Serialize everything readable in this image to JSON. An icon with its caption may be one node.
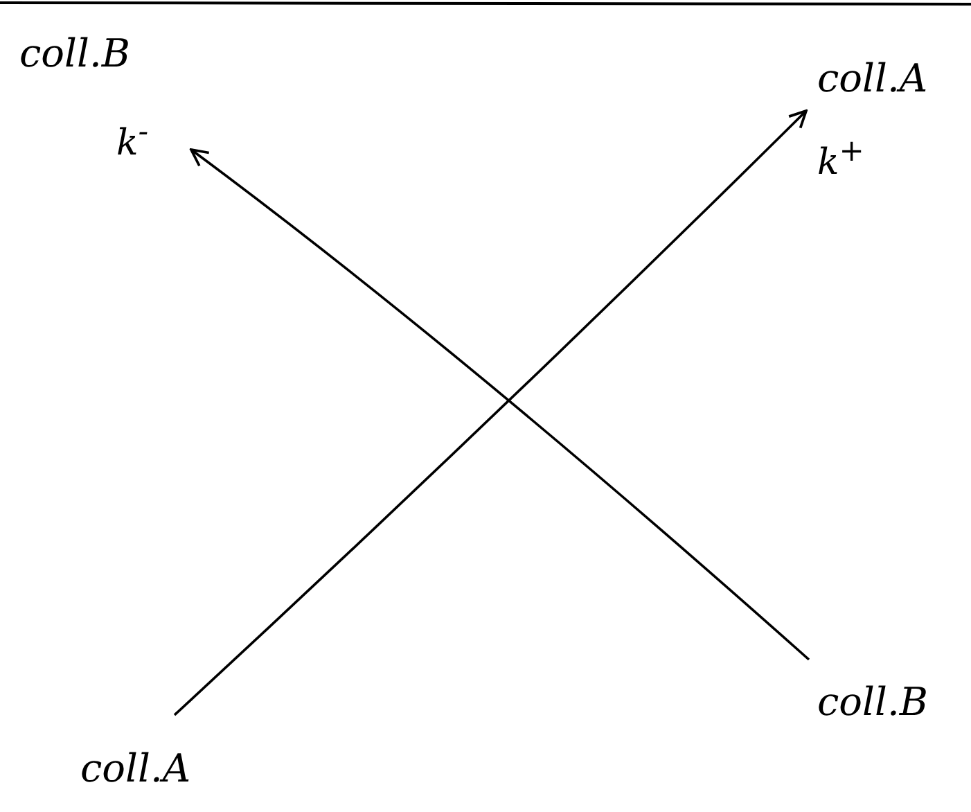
{
  "diagram": {
    "nodes": [
      {
        "text": [
          "coll.B"
        ]
      },
      {
        "text": [
          "coll.A"
        ]
      },
      {
        "text": [
          "coll.A"
        ]
      },
      {
        "text": [
          "coll.B"
        ]
      }
    ],
    "edges": [
      {
        "from": 2,
        "to": 1,
        "arrow": "to",
        "label": "k$^{+}$"
      },
      {
        "from": 3,
        "to": 0,
        "arrow": "to",
        "label": "k$^{-}$"
      }
    ]
  }
}
